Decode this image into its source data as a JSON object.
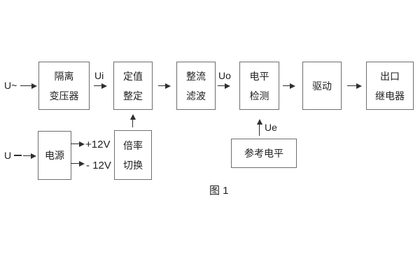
{
  "diagram": {
    "caption": "图 1",
    "inputs": {
      "ac_label": "U~",
      "dc_label": "U"
    },
    "signal_labels": {
      "ui": "Ui",
      "uo": "Uo",
      "ue": "Ue"
    },
    "power_rails": {
      "positive": "+12V",
      "negative": "- 12V"
    },
    "blocks": {
      "isolation_transformer": {
        "line1": "隔离",
        "line2": "变压器"
      },
      "value_setting": {
        "line1": "定值",
        "line2": "整定"
      },
      "rectify_filter": {
        "line1": "整流",
        "line2": "滤波"
      },
      "level_detect": {
        "line1": "电平",
        "line2": "检测"
      },
      "drive": {
        "line1": "驱动"
      },
      "output_relay": {
        "line1": "出口",
        "line2": "继电器"
      },
      "power_supply": {
        "line1": "电源"
      },
      "ratio_switch": {
        "line1": "倍率",
        "line2": "切换"
      },
      "reference_level": {
        "line1": "参考电平"
      }
    },
    "colors": {
      "background": "#ffffff",
      "box_border": "#6e6e6e",
      "line": "#2f2f2f",
      "text": "#222222"
    }
  }
}
